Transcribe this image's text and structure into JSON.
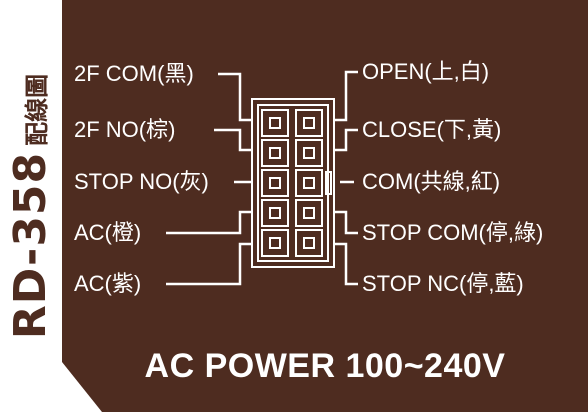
{
  "side": {
    "model": "RD-358",
    "label": "配線圖"
  },
  "left_labels": [
    "2F COM(黑)",
    "2F NO(棕)",
    "STOP NO(灰)",
    "AC(橙)",
    "AC(紫)"
  ],
  "right_labels": [
    "OPEN(上,白)",
    "CLOSE(下,黃)",
    "COM(共線,紅)",
    "STOP COM(停,綠)",
    "STOP NC(停,藍)"
  ],
  "footer": "AC POWER 100~240V",
  "colors": {
    "panel": "#4e2c20",
    "lines": "#ffffff"
  }
}
